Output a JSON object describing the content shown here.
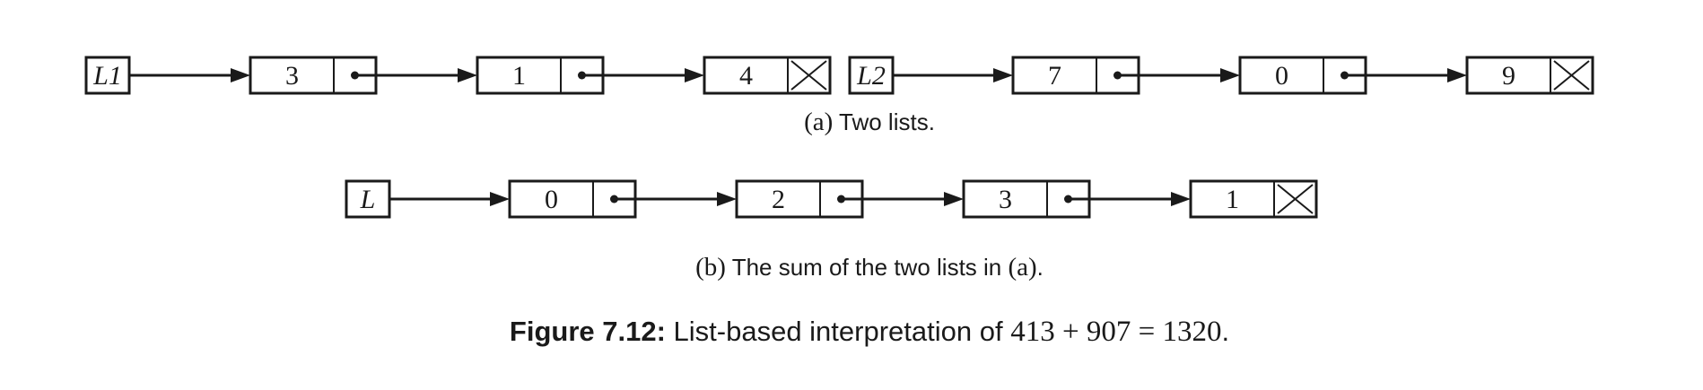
{
  "lists_a": [
    {
      "head": "L1",
      "values": [
        "3",
        "1",
        "4"
      ]
    },
    {
      "head": "L2",
      "values": [
        "7",
        "0",
        "9"
      ]
    }
  ],
  "list_b": {
    "head": "L",
    "values": [
      "0",
      "2",
      "3",
      "1"
    ]
  },
  "captions": {
    "a_label": "(a)",
    "a_text": "Two lists.",
    "b_label": "(b)",
    "b_text": "The sum of the two lists in",
    "b_ref": "(a)",
    "b_end": ".",
    "figure_label": "Figure 7.12:",
    "figure_text": "List-based interpretation of",
    "figure_math": "413 + 907 = 1320",
    "figure_end": "."
  },
  "icons": {
    "null_pointer": "x-mark-icon",
    "pointer": "pointer-dot-icon",
    "arrow": "arrow-right-icon"
  }
}
